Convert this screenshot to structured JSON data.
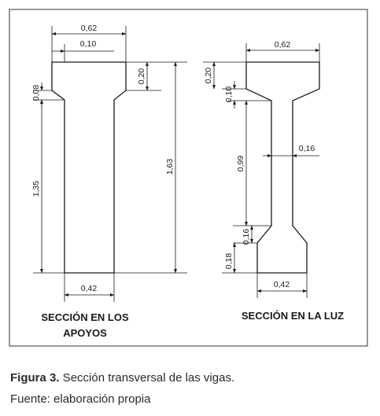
{
  "left_section": {
    "title_line1": "SECCIÓN EN LOS",
    "title_line2": "APOYOS",
    "dims": {
      "top_width": "0,62",
      "inner_width": "0,10",
      "flange_depth": "0,20",
      "chamfer": "0,08",
      "web_height": "1,35",
      "total_height": "1,63",
      "bottom_width": "0,42"
    }
  },
  "right_section": {
    "title": "SECCIÓN EN LA LUZ",
    "dims": {
      "top_width": "0,62",
      "top_flange": "0,20",
      "top_haunch": "0,10",
      "web_thickness": "0,16",
      "web_height": "0,99",
      "bottom_haunch": "0,16",
      "bottom_flange": "0,18",
      "bottom_width": "0,42"
    }
  },
  "caption": {
    "figure_label": "Figura 3.",
    "figure_text": " Sección transversal de las vigas.",
    "source": "Fuente: elaboración propia"
  }
}
